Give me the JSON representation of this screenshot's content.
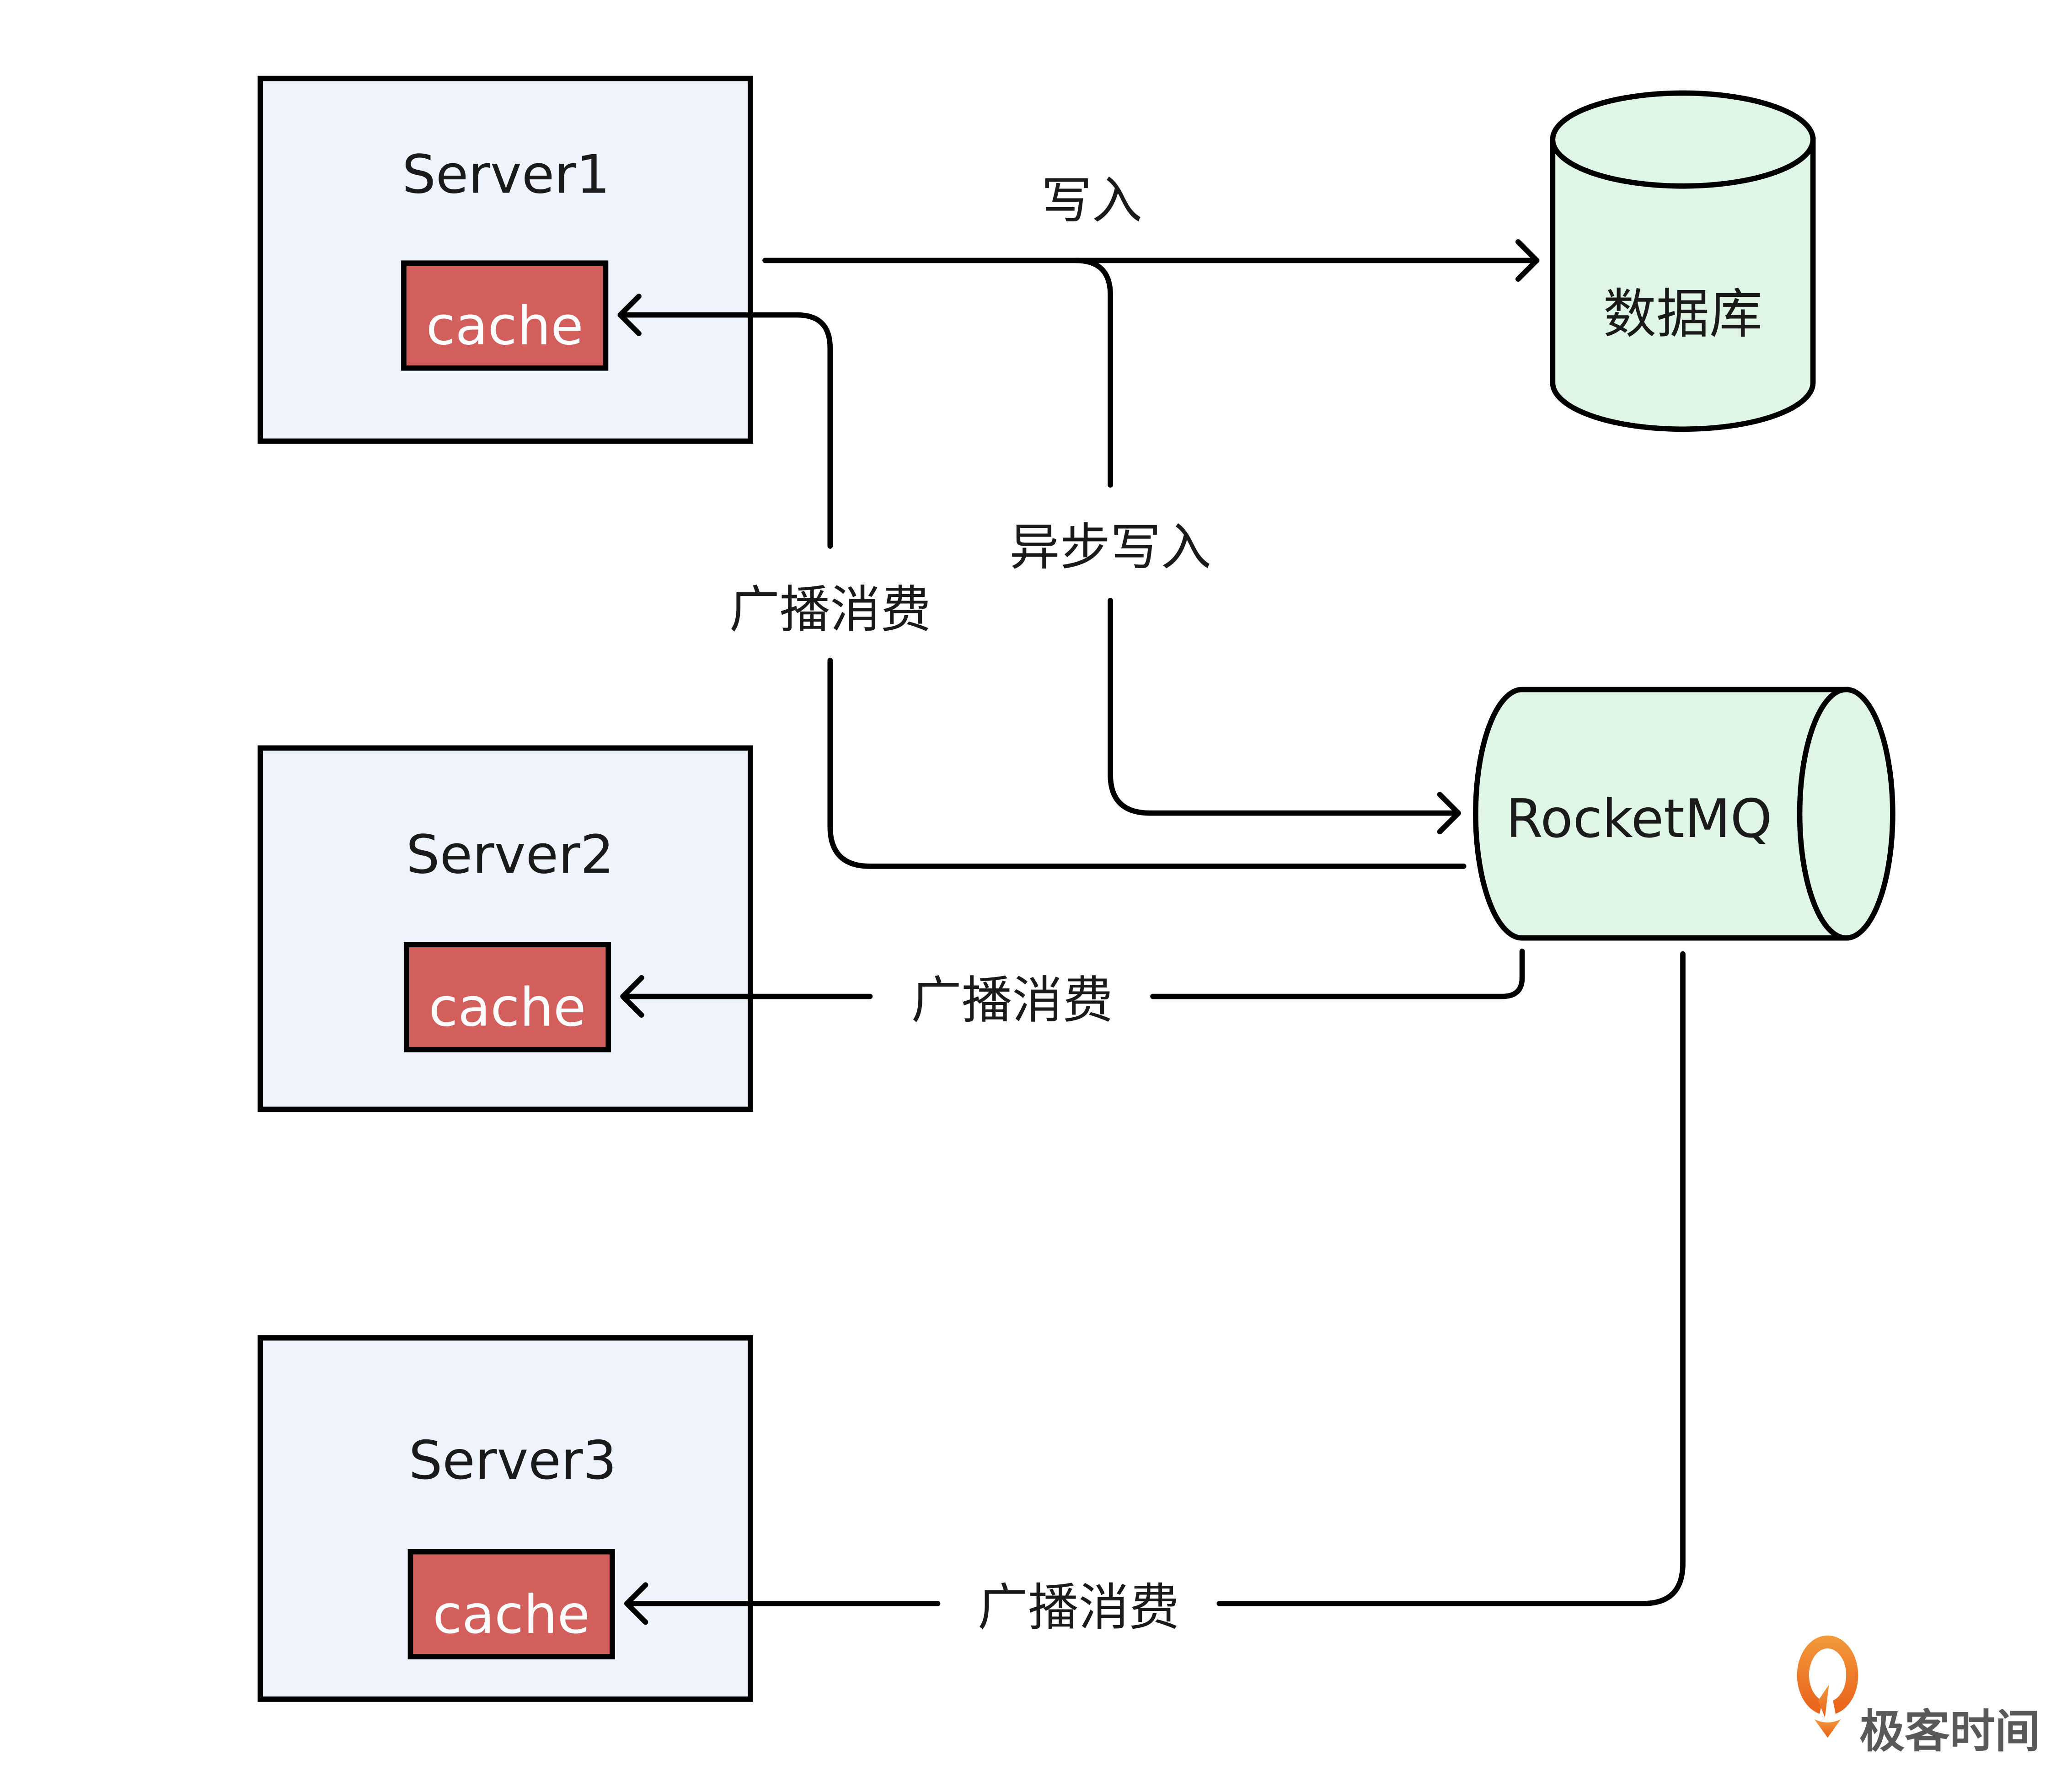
{
  "colors": {
    "server_fill": "#eef3fc",
    "cache_fill": "#d35f5c",
    "storage_fill": "#dff5e6",
    "stroke": "#000000",
    "logo_orange": "#ec6c1c",
    "logo_text": "#595959"
  },
  "servers": [
    {
      "name": "Server1",
      "cache_label": "cache"
    },
    {
      "name": "Server2",
      "cache_label": "cache"
    },
    {
      "name": "Server3",
      "cache_label": "cache"
    }
  ],
  "database": {
    "label": "数据库"
  },
  "mq": {
    "label": "RocketMQ"
  },
  "edges": {
    "write": "写入",
    "async_write": "异步写入",
    "broadcast_1": "广播消费",
    "broadcast_2": "广播消费",
    "broadcast_3": "广播消费"
  },
  "watermark": {
    "text": "极客时间",
    "icon": "geektime-logo-icon"
  }
}
